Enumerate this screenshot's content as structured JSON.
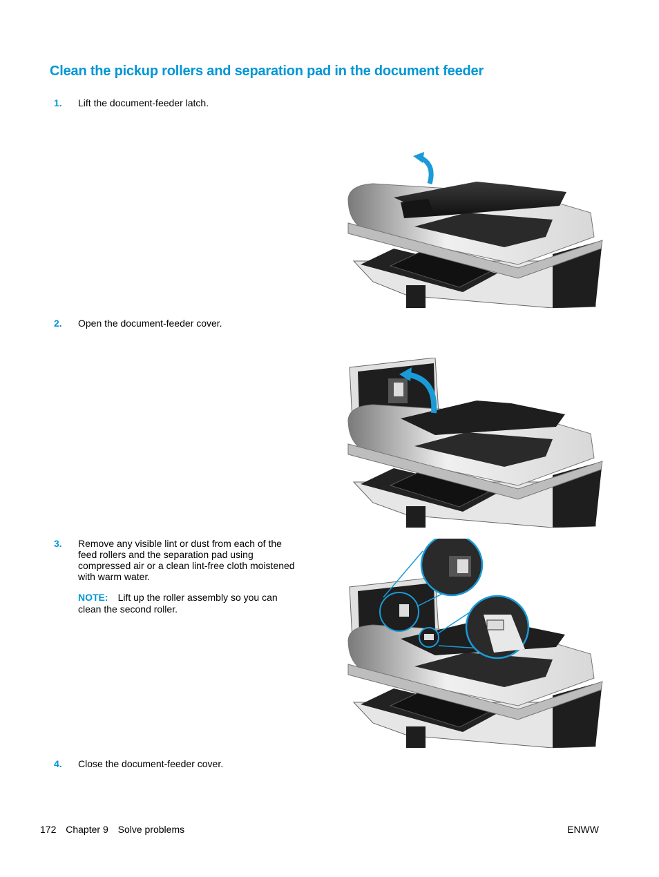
{
  "page": {
    "title": "Clean the pickup rollers and separation pad in the document feeder"
  },
  "steps": [
    {
      "number": "1.",
      "text": "Lift the document-feeder latch."
    },
    {
      "number": "2.",
      "text": "Open the document-feeder cover."
    },
    {
      "number": "3.",
      "text": "Remove any visible lint or dust from each of the feed rollers and the separation pad using compressed air or a clean lint-free cloth moistened with warm water."
    },
    {
      "number": "4.",
      "text": "Close the document-feeder cover."
    }
  ],
  "note": {
    "label": "NOTE:",
    "text": "Lift up the roller assembly so you can clean the second roller."
  },
  "footer": {
    "page_number": "172",
    "chapter": "Chapter 9",
    "section": "Solve problems",
    "right": "ENWW"
  },
  "colors": {
    "accent": "#0096d6",
    "printer_dark": "#1e1e1e",
    "printer_light": "#e6e6e6"
  }
}
